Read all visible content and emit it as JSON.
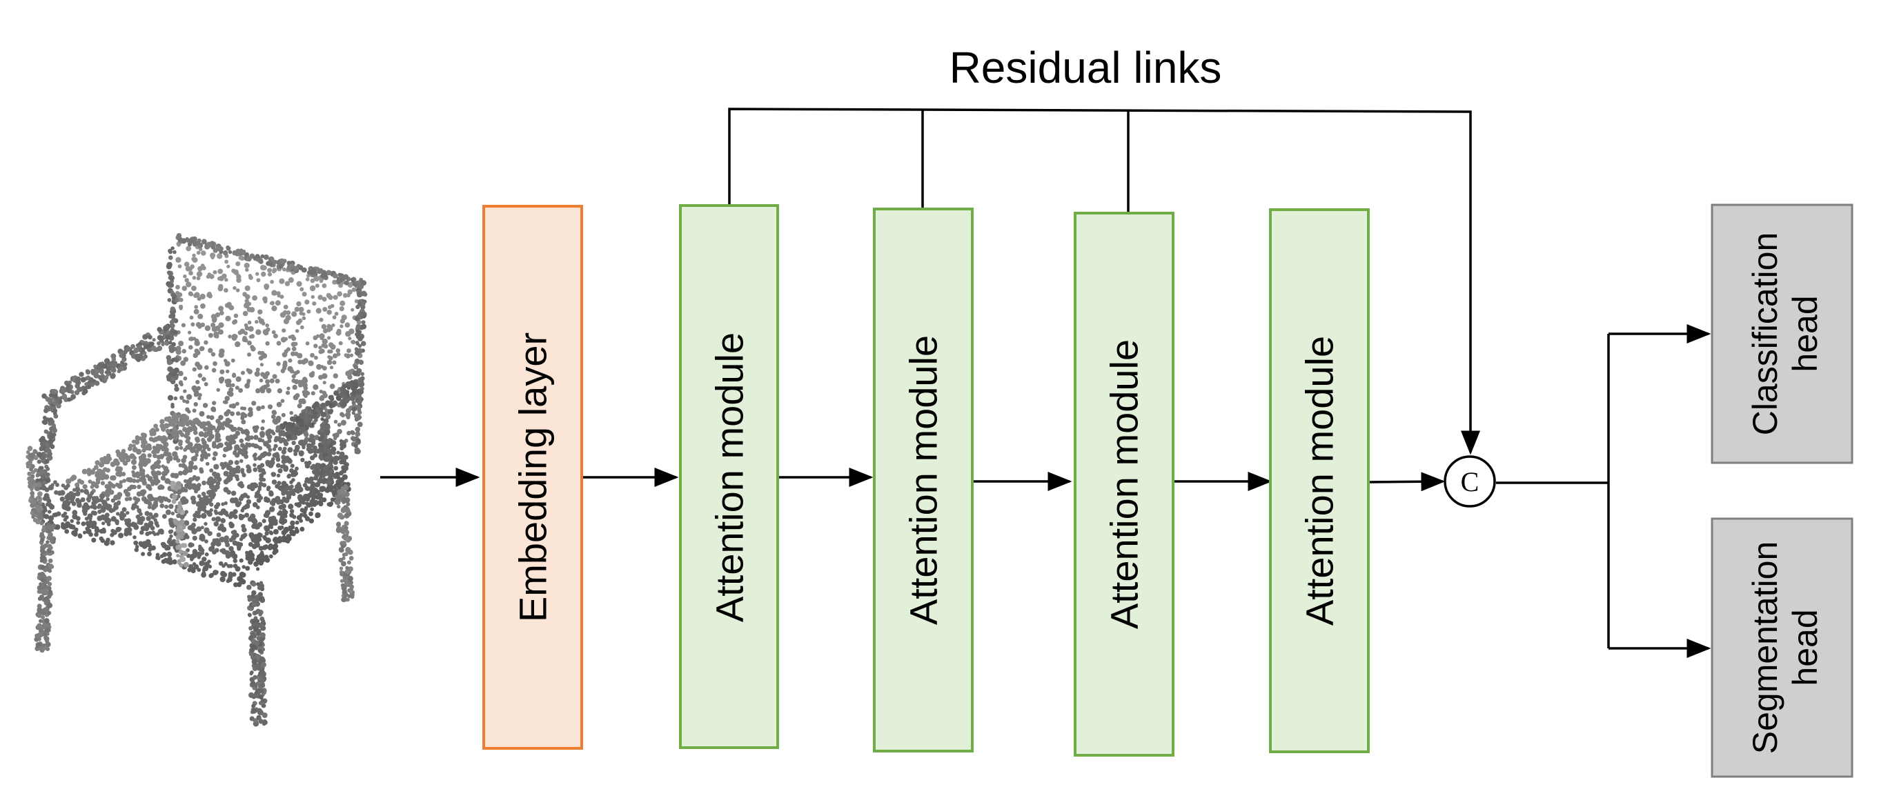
{
  "title": "Residual links",
  "embedding": {
    "label": "Embedding layer",
    "fill": "#fbe5d6",
    "stroke": "#ed7d31"
  },
  "attention_modules": [
    {
      "label": "Attention module"
    },
    {
      "label": "Attention module"
    },
    {
      "label": "Attention module"
    },
    {
      "label": "Attention module"
    }
  ],
  "attention_style": {
    "fill": "#e2f0d9",
    "stroke": "#70ad47"
  },
  "concat_symbol": "C",
  "heads": [
    {
      "line1": "Classification",
      "line2": "head"
    },
    {
      "line1": "Segmentation",
      "line2": "head"
    }
  ],
  "head_style": {
    "fill": "#d0cece",
    "stroke": "#7f7f7f"
  },
  "input_image": "chair-point-cloud"
}
